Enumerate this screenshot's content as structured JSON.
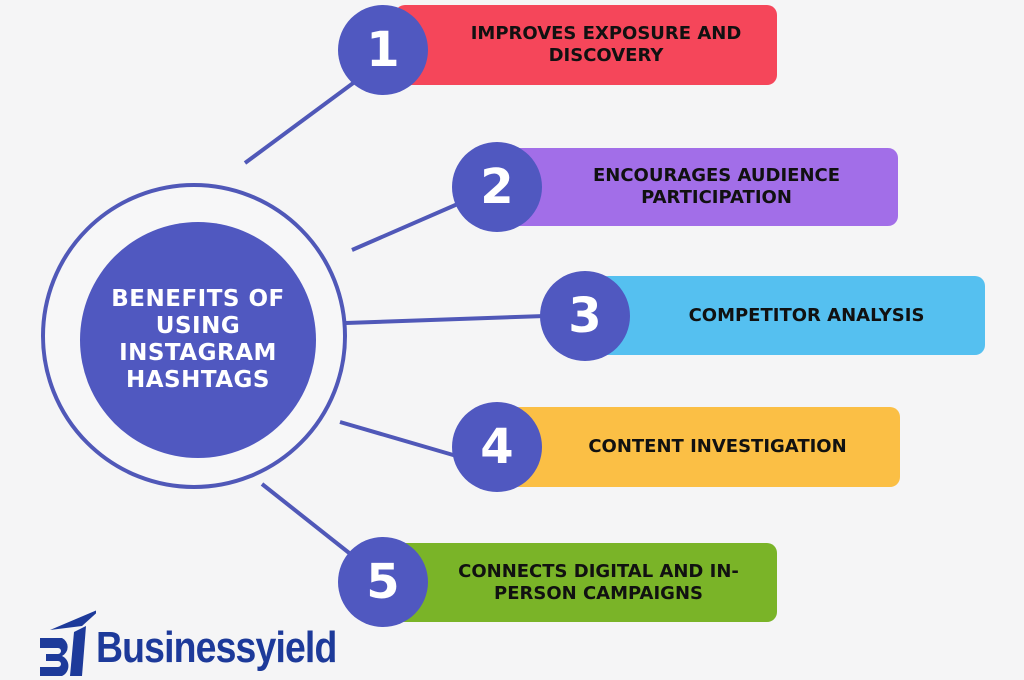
{
  "center": {
    "title": "BENEFITS OF USING INSTAGRAM HASHTAGS"
  },
  "items": [
    {
      "number": "1",
      "label": "IMPROVES EXPOSURE AND DISCOVERY",
      "color": "#f5465a"
    },
    {
      "number": "2",
      "label": "ENCOURAGES AUDIENCE PARTICIPATION",
      "color": "#a26ee8"
    },
    {
      "number": "3",
      "label": "COMPETITOR ANALYSIS",
      "color": "#55c0f0"
    },
    {
      "number": "4",
      "label": "CONTENT INVESTIGATION",
      "color": "#fbbf45"
    },
    {
      "number": "5",
      "label": "CONNECTS DIGITAL AND IN-PERSON CAMPAIGNS",
      "color": "#7ab428"
    }
  ],
  "logo": {
    "text": "Businessyield"
  },
  "colors": {
    "accent": "#5058c0",
    "logo": "#1d3a9a",
    "background": "#f5f5f6"
  }
}
